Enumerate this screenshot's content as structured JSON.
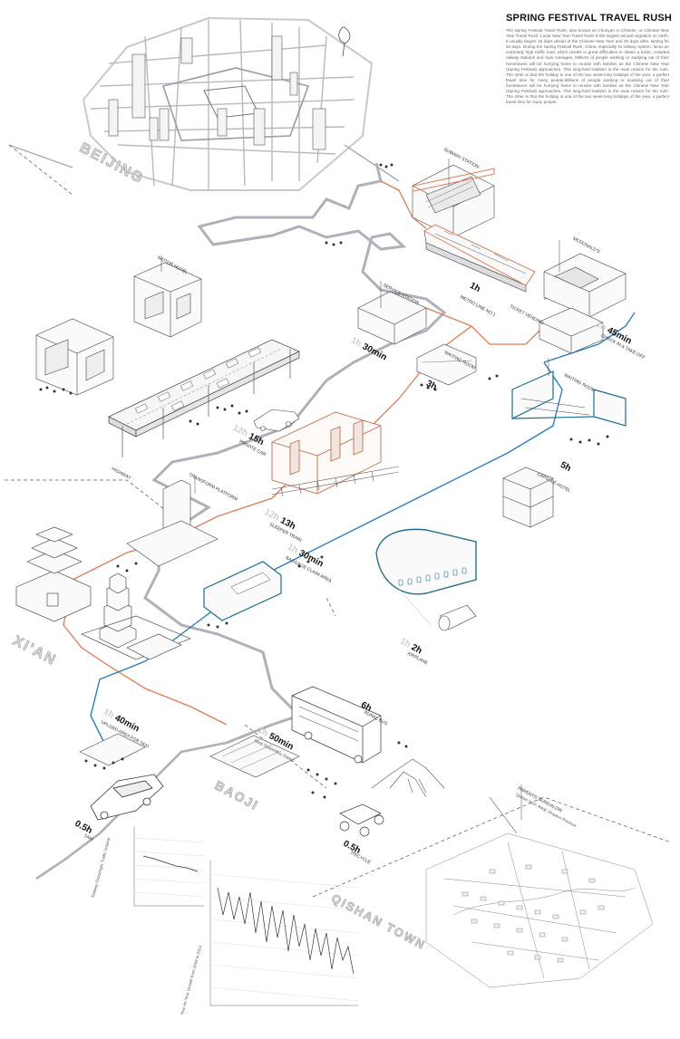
{
  "header": {
    "title": "SPRING FESTIVAL TRAVEL RUSH",
    "intro": "The Spring Festival Travel Rush, also known as Chunyun in Chinese, or Chinese New Year Travel Rush, Lunar New Year Travel Rush is the largest annual migration on earth. It usually begins 15 days ahead of the Chinese New Year and 25 days after, lasting for 40 days. During the Spring Festival Rush, China, especially its railway system, faces an extremely high traffic load, which results in great difficulties to obtain a ticket, crowded railway stations and train carriages. Millions of people working or studying out of their hometowns will be hurrying home to reunite with families as the Chinese New Year (Spring Festival) approaches. This long-held tradition is the main reason for the rush. The other is that the holiday is one of the two week-long holidays of the year, a perfect travel time for many people.Millions of people working or studying out of their hometowns will be hurrying home to reunite with families as the Chinese New Year (Spring Festival) approaches. This long-held tradition is the main reason for the rush. The other is that the holiday is one of the two week-long holidays of the year, a perfect travel time for many people."
  },
  "cities": {
    "beijing": "BEIJING",
    "xian": "XI'AN",
    "baoji": "BAOJI",
    "qishan": "QISHAN TOWN"
  },
  "places": {
    "subway_station": "SUBWAY STATION",
    "metro_line": "METRO LINE No.1",
    "mcdonalds": "MCDONALD'S",
    "motor_hotel": "MOTOR HOTEL",
    "service_station": "SERVICE STATION",
    "ticket_vending": "TICKET VENDING",
    "waiting_room_1": "WAITING ROOM",
    "waiting_room_2": "WAITING ROOM",
    "capsule_hotel": "CAPSULE HOTEL",
    "highway": "HIGHWAY",
    "transform_platform": "TRANSFORM PLATFORM",
    "parents_bungalow": "PARENTS' BUNGALOW",
    "parents_sub": "Qishan town, Baoji, Shaanxi Province"
  },
  "legs": {
    "metro": {
      "duration": "1h",
      "label": "METRO LINE No.1"
    },
    "check_in": {
      "pre": "1h",
      "duration": "45min",
      "label": "CHECK IN & TAKE OFF"
    },
    "service": {
      "pre": "1h",
      "duration": "30min",
      "label": ""
    },
    "waiting": {
      "duration": "3h",
      "label": ""
    },
    "capsule": {
      "duration": "5h",
      "label": ""
    },
    "private_car": {
      "pre": "12h",
      "duration": "15h",
      "label": "PRIVATE CAR"
    },
    "sleeper_train": {
      "pre": "12h",
      "duration": "13h",
      "label": "SLEEPER TRAIN"
    },
    "baggage": {
      "pre": "1h",
      "duration": "30min",
      "label": "BAGGAGE CLAIM AREA"
    },
    "airplane": {
      "pre": "1h",
      "duration": "2h",
      "label": "AIRPLANE"
    },
    "upload": {
      "pre": "1h",
      "duration": "40min",
      "label": "UPLOAD AREA FOR TAXI"
    },
    "bus_station": {
      "pre": "1h",
      "duration": "50min",
      "label": "Baoji Station/Bus Station"
    },
    "rural_bus": {
      "duration": "6h",
      "label": "RURAL BUS"
    },
    "taxi": {
      "duration": "0.5h",
      "label": "TAXI"
    },
    "tricycle": {
      "duration": "0.5h",
      "label": "TRICYCLE"
    }
  },
  "charts": {
    "chart1_title": "Railway Passenger Traffic Volume",
    "chart2_title": "Year-on-Year Growth from 2009 to 2014"
  },
  "colors": {
    "orange_route": "#e07a52",
    "blue_route": "#2b7ec0",
    "gray_route": "#a8a8b4",
    "teal_frame": "#1e6f8f"
  }
}
